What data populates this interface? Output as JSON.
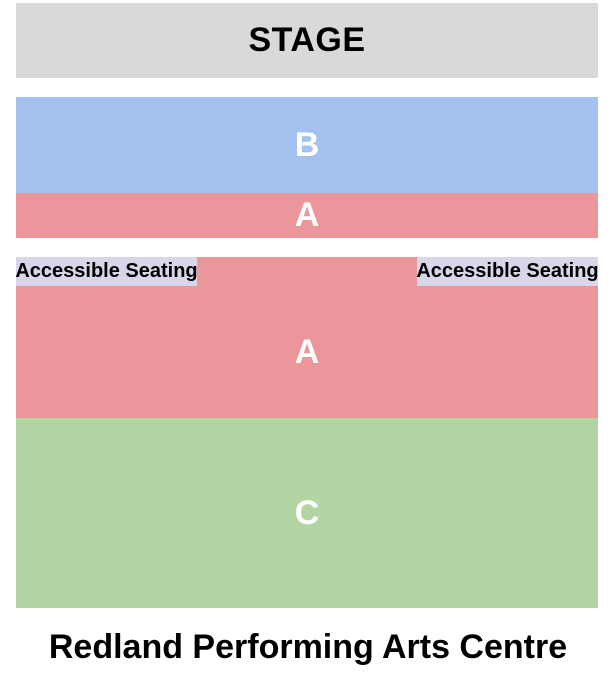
{
  "venue": {
    "name": "Redland Performing Arts Centre"
  },
  "stage": {
    "label": "STAGE",
    "bg": "#d9d9d9"
  },
  "sections": {
    "b": {
      "label": "B",
      "color": "#a4c2f0"
    },
    "a_front": {
      "label": "A",
      "color": "#ea969a"
    },
    "a_rear": {
      "label": "A",
      "color": "#ea969a",
      "accessible_left": {
        "label": "Accessible Seating",
        "color": "#dad6ea"
      },
      "accessible_right": {
        "label": "Accessible Seating",
        "color": "#dad6ea"
      }
    },
    "c": {
      "label": "C",
      "color": "#b3d5a3"
    }
  },
  "colors": {
    "background": "#ffffff",
    "section_letter_text": "#ffffff",
    "stage_text": "#000000",
    "accessible_label_text": "#000000"
  }
}
